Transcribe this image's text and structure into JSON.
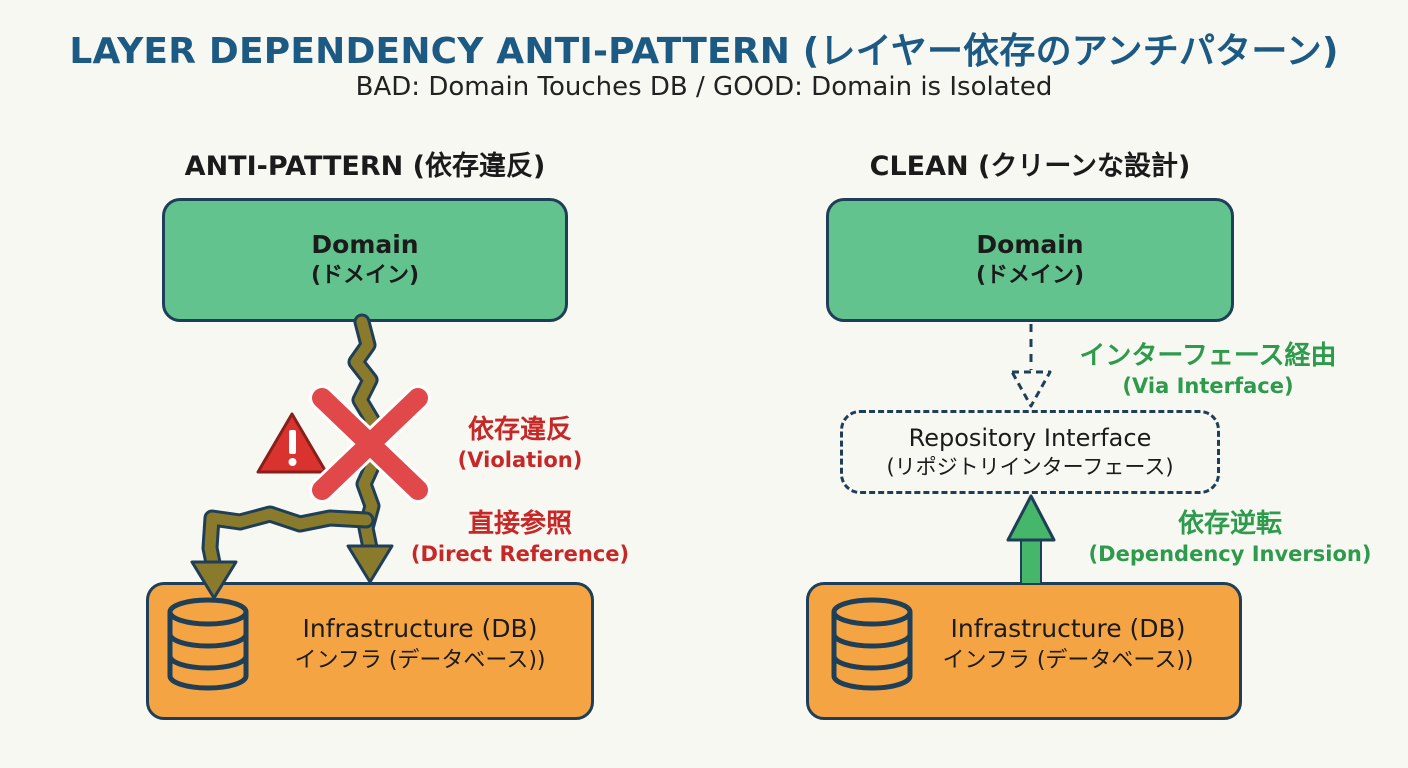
{
  "header": {
    "title": "LAYER DEPENDENCY ANTI-PATTERN (レイヤー依存のアンチパターン)",
    "subtitle": "BAD: Domain Touches DB / GOOD: Domain is Isolated"
  },
  "left_panel": {
    "heading": "ANTI-PATTERN (依存違反)",
    "domain": {
      "name": "Domain",
      "name_jp": "(ドメイン)"
    },
    "infra": {
      "name": "Infrastructure (DB)",
      "name_jp": "インフラ (データベース))"
    },
    "violation_label": {
      "jp": "依存違反",
      "en": "(Violation)"
    },
    "direct_label": {
      "jp": "直接参照",
      "en": "(Direct Reference)"
    }
  },
  "right_panel": {
    "heading": "CLEAN (クリーンな設計)",
    "domain": {
      "name": "Domain",
      "name_jp": "(ドメイン)"
    },
    "repository": {
      "name": "Repository Interface",
      "name_jp": "(リポジトリインターフェース)"
    },
    "infra": {
      "name": "Infrastructure (DB)",
      "name_jp": "インフラ (データベース))"
    },
    "via_label": {
      "jp": "インターフェース経由",
      "en": "(Via Interface)"
    },
    "inversion_label": {
      "jp": "依存逆転",
      "en": "(Dependency Inversion)"
    }
  },
  "colors": {
    "title": "#1c5a84",
    "domain_fill": "#63c38e",
    "infra_fill": "#f5a443",
    "border": "#1e3f57",
    "violation_red": "#c62828",
    "clean_green": "#2e9a4c",
    "bad_arrow": "#8a7a2c"
  },
  "icons": {
    "warning": "warning-triangle-icon",
    "cross": "red-x-icon",
    "database": "database-icon"
  }
}
